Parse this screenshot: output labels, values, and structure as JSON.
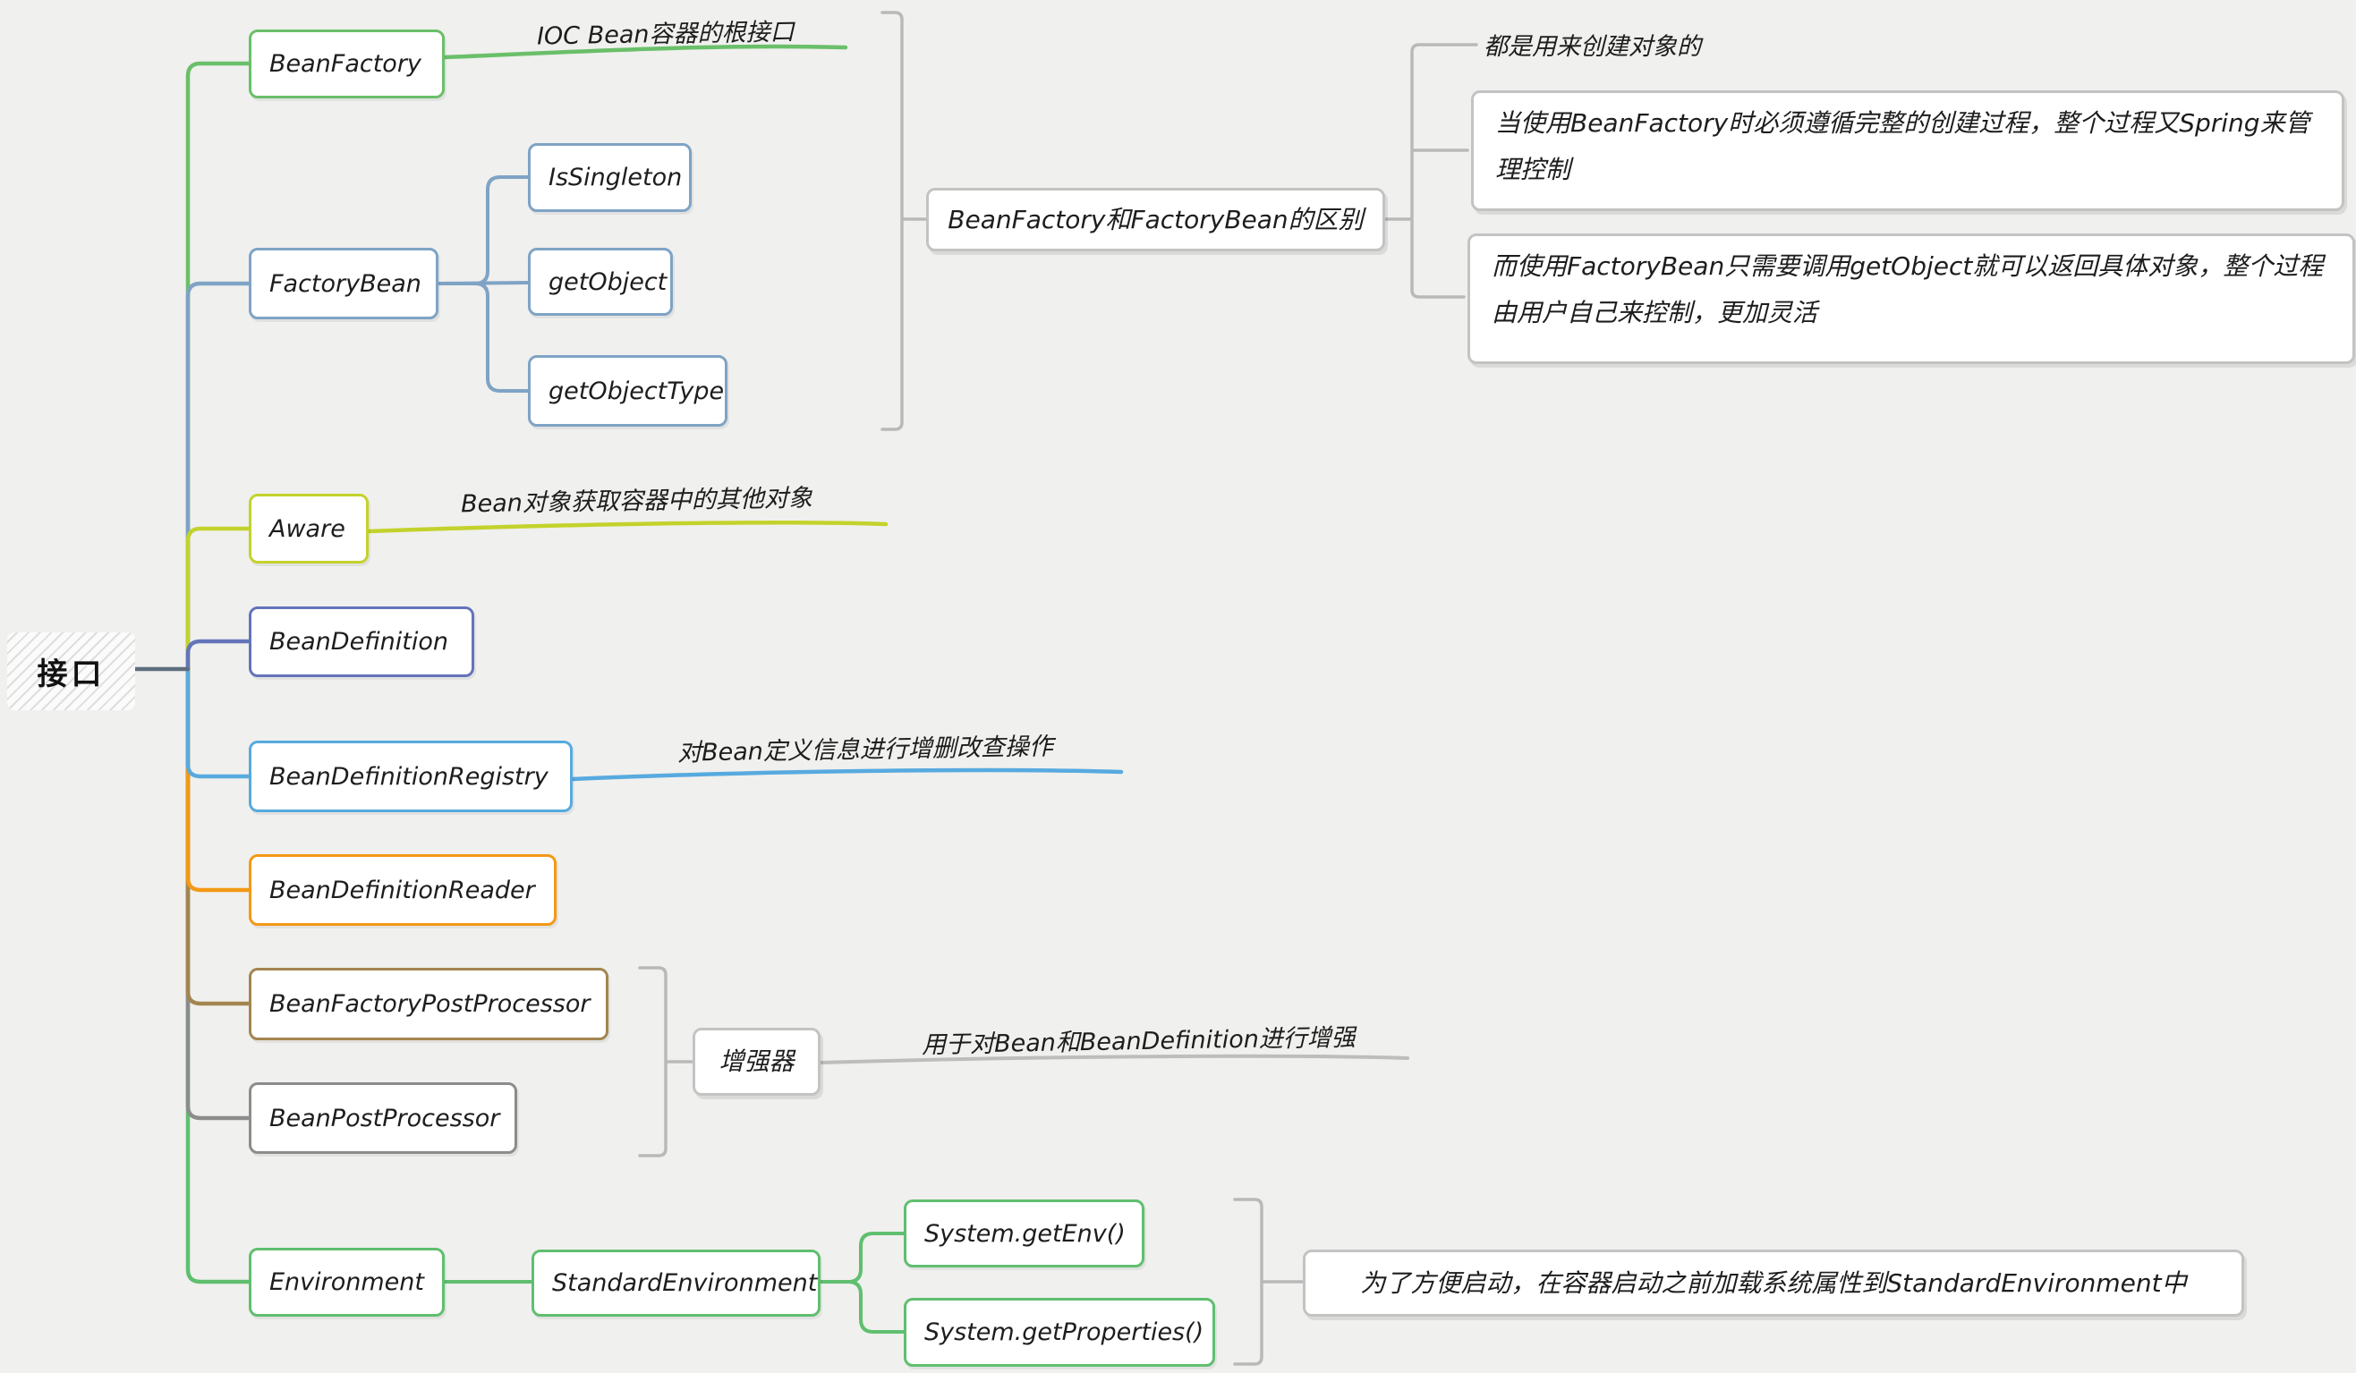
{
  "root": {
    "label": "接口"
  },
  "branches": {
    "beanFactory": {
      "label": "BeanFactory",
      "annotation": "IOC Bean容器的根接口"
    },
    "factoryBean": {
      "label": "FactoryBean",
      "children": {
        "isSingleton": {
          "label": "IsSingleton"
        },
        "getObject": {
          "label": "getObject"
        },
        "getObjectType": {
          "label": "getObjectType"
        }
      }
    },
    "aware": {
      "label": "Aware",
      "annotation": "Bean对象获取容器中的其他对象"
    },
    "beanDefinition": {
      "label": "BeanDefinition"
    },
    "beanDefinitionRegistry": {
      "label": "BeanDefinitionRegistry",
      "annotation": "对Bean定义信息进行增删改查操作"
    },
    "beanDefinitionReader": {
      "label": "BeanDefinitionReader"
    },
    "beanFactoryPostProcessor": {
      "label": "BeanFactoryPostProcessor"
    },
    "beanPostProcessor": {
      "label": "BeanPostProcessor"
    },
    "environment": {
      "label": "Environment",
      "children": {
        "standardEnvironment": {
          "label": "StandardEnvironment"
        },
        "systemGetEnv": {
          "label": "System.getEnv()"
        },
        "systemGetProperties": {
          "label": "System.getProperties()"
        }
      },
      "note": "为了方便启动，在容器启动之前加载系统属性到StandardEnvironment中"
    }
  },
  "summaries": {
    "difference": {
      "label": "BeanFactory和FactoryBean的区别",
      "points": {
        "common": "都是用来创建对象的",
        "beanFactoryUsage": "当使用BeanFactory时必须遵循完整的创建过程，整个过程又Spring来管理控制",
        "factoryBeanUsage": "而使用FactoryBean只需要调用getObject就可以返回具体对象，整个过程由用户自己来控制，更加灵活"
      }
    },
    "enhancer": {
      "label": "增强器",
      "annotation": "用于对Bean和BeanDefinition进行增强"
    }
  },
  "colors": {
    "background": "#f0f0ee",
    "beanFactoryGreen": "#6abf69",
    "factoryBeanSteelBlue": "#7fa3c5",
    "awareYellowGreen": "#c3d22b",
    "beanDefinitionIndigo": "#6474ba",
    "registryLightBlue": "#57aadf",
    "readerOrange": "#f39915",
    "postProcessorTan": "#a3854f",
    "beanPostProcessorGray": "#8c8c8c",
    "environmentGreen": "#5fbf6f",
    "bracketGray": "#b9b9b9",
    "rootConnector": "#5d6d7e"
  }
}
